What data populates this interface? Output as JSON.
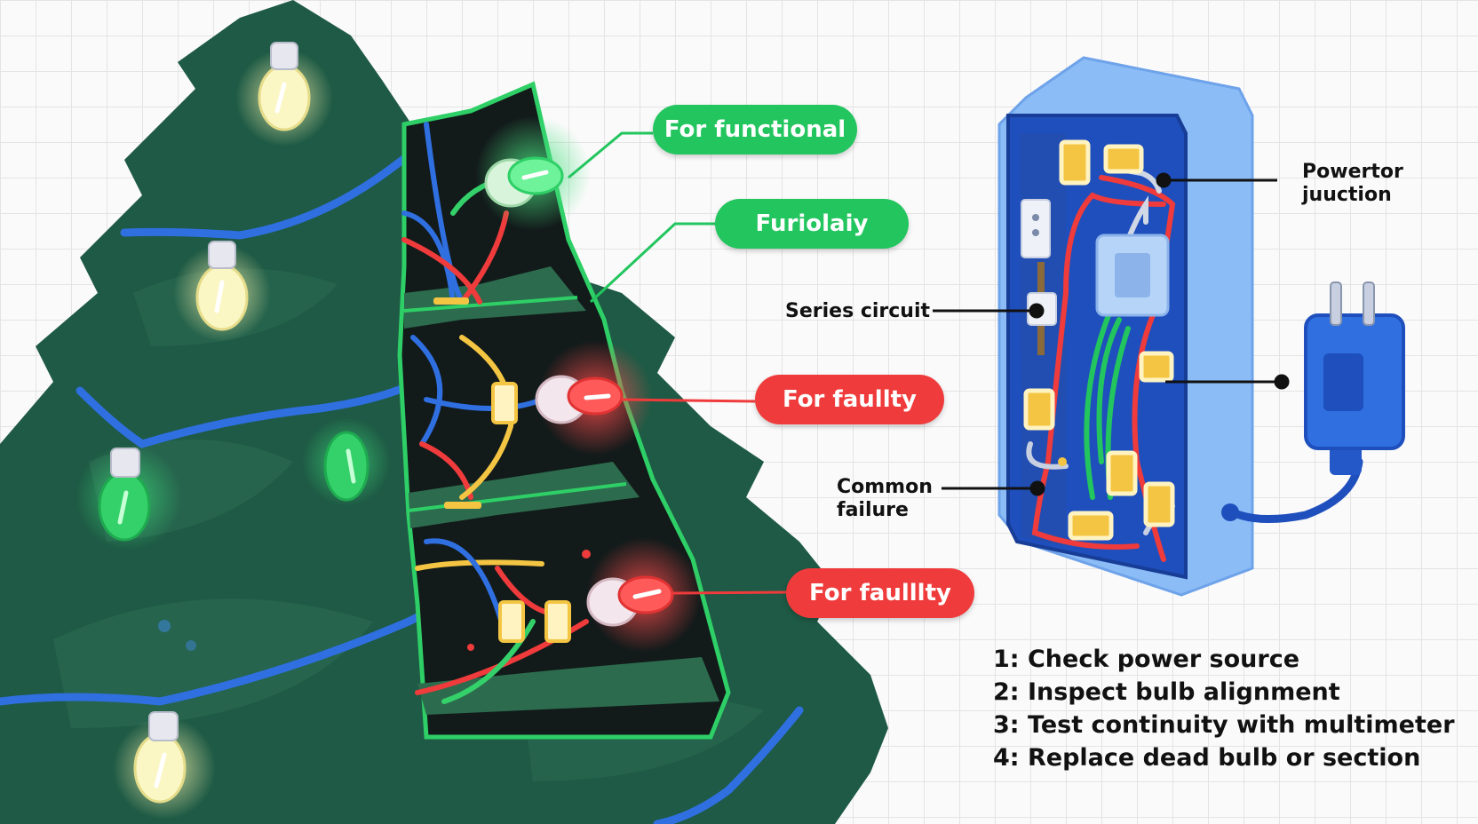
{
  "callouts": {
    "functional_1": "For functional",
    "functional_2": "Furiolaiy",
    "faulty_1": "For faullty",
    "faulty_2": "For faulllty"
  },
  "labels": {
    "power_junction_line1": "Powertor",
    "power_junction_line2": "juuction",
    "series_circuit": "Series circuit",
    "common_failure_line1": "Common",
    "common_failure_line2": "failure"
  },
  "steps": [
    "1: Check power source",
    "2: Inspect bulb alignment",
    "3: Test continuity with multimeter",
    "4: Replace dead bulb or section"
  ],
  "colors": {
    "tree": "#1e5a45",
    "functional": "#22c55e",
    "faulty": "#ef3b3b",
    "wire_blue": "#2f6fe0",
    "box": "#7fb1f3"
  }
}
